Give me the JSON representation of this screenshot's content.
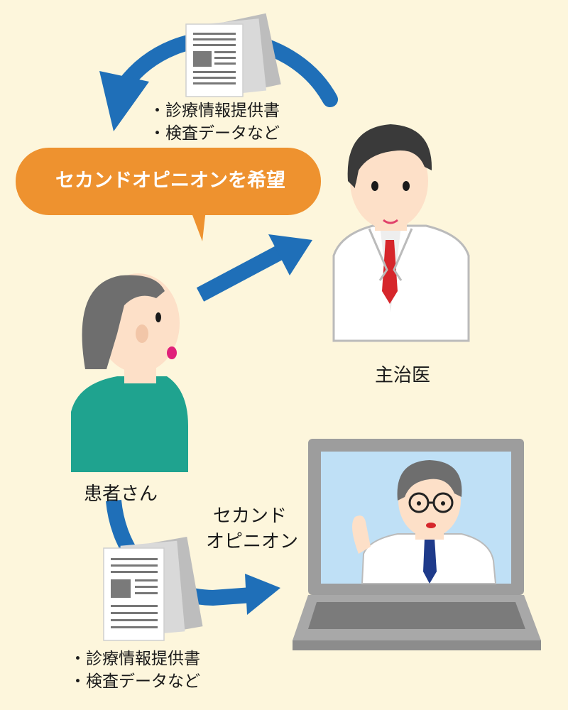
{
  "documents_top": [
    "診療情報提供書",
    "検査データなど"
  ],
  "documents_bottom": [
    "診療情報提供書",
    "検査データなど"
  ],
  "speech_bubble": "セカンドオピニオンを希望",
  "labels": {
    "attending_doctor": "主治医",
    "patient": "患者さん",
    "second_opinion_line1": "セカンド",
    "second_opinion_line2": "オピニオン"
  },
  "colors": {
    "background": "#fdf6dc",
    "arrow": "#1f6fb8",
    "bubble": "#ee922f",
    "patient_shirt": "#1fa38f",
    "doctor_tie": "#d6262b",
    "remote_doctor_tie": "#1e3a8a",
    "laptop": "#9d9d9d",
    "screen": "#bfe0f6"
  },
  "icons": [
    "document-stack-icon",
    "arrow-icon",
    "doctor-figure",
    "patient-figure",
    "laptop-icon",
    "video-doctor-figure"
  ]
}
